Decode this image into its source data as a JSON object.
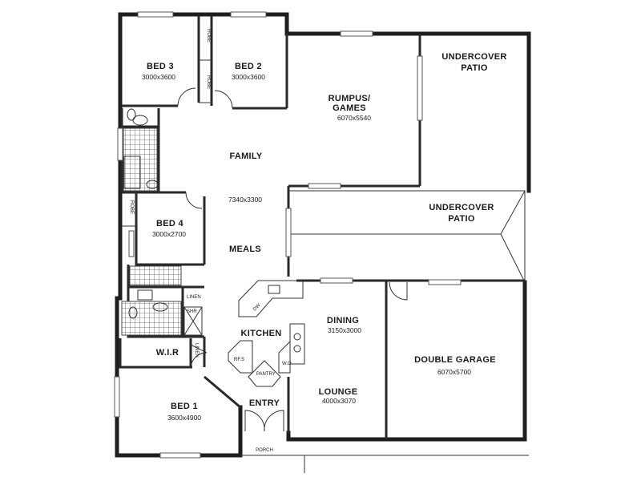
{
  "rooms": {
    "bed3": {
      "name": "BED 3",
      "dims": "3000x3600"
    },
    "bed2": {
      "name": "BED 2",
      "dims": "3000x3600"
    },
    "rumpus": {
      "name_line1": "RUMPUS/",
      "name_line2": "GAMES",
      "dims": "6070x5540"
    },
    "undercover_patio_1": {
      "name_line1": "UNDERCOVER",
      "name_line2": "PATIO"
    },
    "undercover_patio_2": {
      "name_line1": "UNDERCOVER",
      "name_line2": "PATIO"
    },
    "family": {
      "name": "FAMILY",
      "dims": "7340x3300"
    },
    "bed4": {
      "name": "BED 4",
      "dims": "3000x2700"
    },
    "meals": {
      "name": "MEALS"
    },
    "kitchen": {
      "name": "KITCHEN"
    },
    "dining": {
      "name": "DINING",
      "dims": "3150x3000"
    },
    "double_garage": {
      "name": "DOUBLE GARAGE",
      "dims": "6070x5700"
    },
    "wir": {
      "name": "W.I.R"
    },
    "lounge": {
      "name": "LOUNGE",
      "dims": "4000x3070"
    },
    "entry": {
      "name": "ENTRY"
    },
    "bed1": {
      "name": "BED 1",
      "dims": "3600x4900"
    },
    "porch": {
      "name": "PORCH"
    }
  },
  "fixtures": {
    "robe_1": "ROBE",
    "robe_2": "ROBE",
    "robe_3": "ROBE",
    "linen_1": "LINEN",
    "linen_2": "LINEN",
    "shr": "SHR",
    "dw": "DW",
    "pantry": "PANTRY",
    "wo": "W.O",
    "refrigerator": "RF.S"
  },
  "colors": {
    "wall": "#1e1e1e",
    "background": "#ffffff",
    "tile": "#444444"
  }
}
